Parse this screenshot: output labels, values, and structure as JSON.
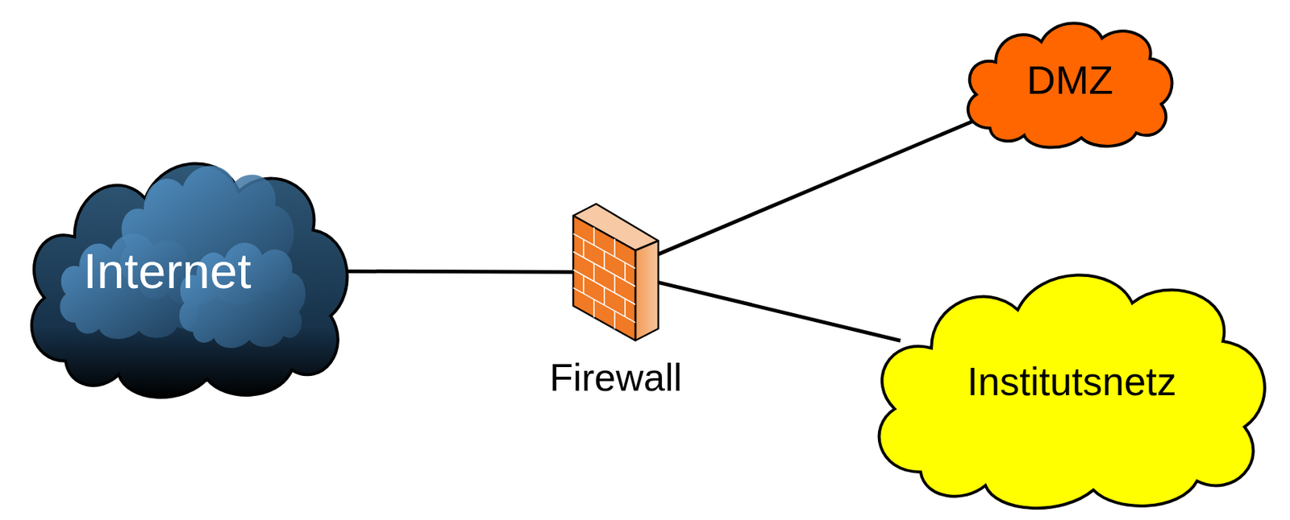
{
  "diagram": {
    "nodes": [
      {
        "text": [
          "Internet"
        ]
      },
      {
        "text": [
          "Firewall"
        ]
      },
      {
        "text": [
          "DMZ"
        ]
      },
      {
        "text": [
          "Institutsnetz"
        ]
      }
    ],
    "edges": [
      {
        "from": 0,
        "to": 1,
        "arrow": "none"
      },
      {
        "from": 1,
        "to": 2,
        "arrow": "none"
      },
      {
        "from": 1,
        "to": 3,
        "arrow": "none"
      }
    ]
  }
}
